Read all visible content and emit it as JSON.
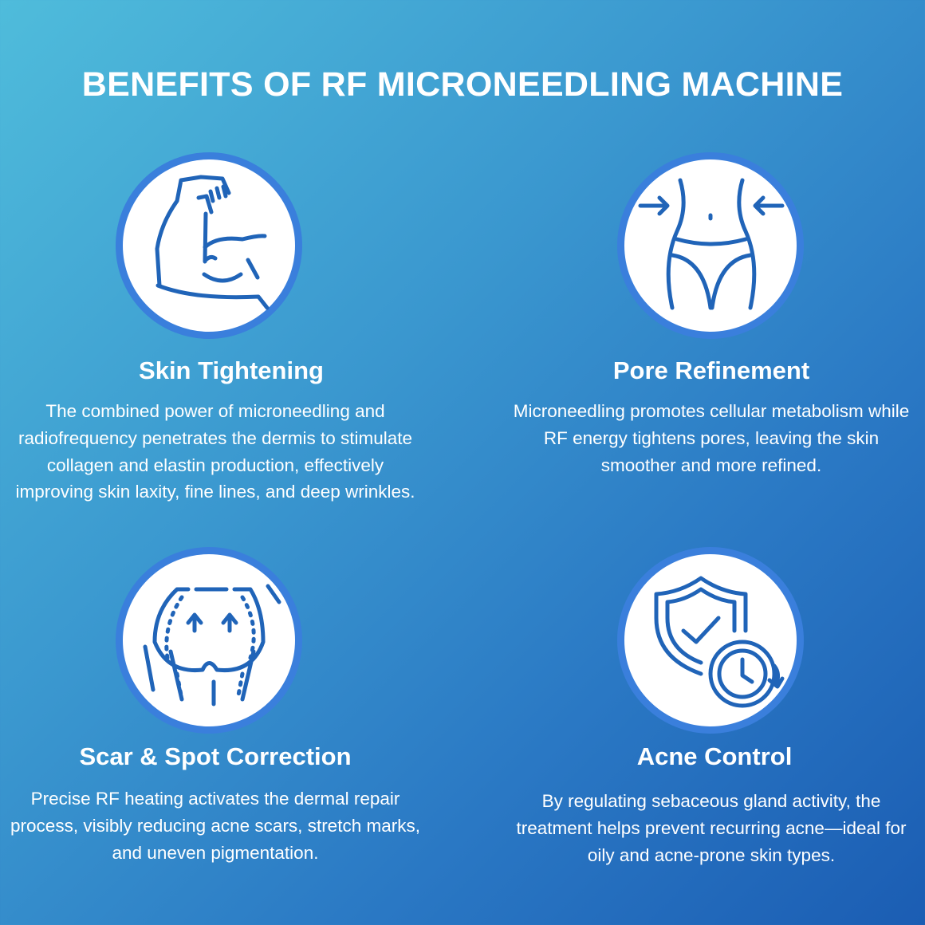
{
  "title": "BENEFITS OF RF MICRONEEDLING MACHINE",
  "benefits": [
    {
      "icon": "flexed-bicep-icon",
      "heading": "Skin Tightening",
      "text": "The combined power of microneedling and radiofrequency penetrates the dermis to stimulate collagen and elastin production, effectively improving skin laxity, fine lines, and deep wrinkles."
    },
    {
      "icon": "waist-slimming-icon",
      "heading": "Pore Refinement",
      "text": "Microneedling promotes cellular metabolism while RF energy tightens pores, leaving the skin smoother and more refined."
    },
    {
      "icon": "body-lift-icon",
      "heading": "Scar & Spot Correction",
      "text": "Precise RF heating activates the dermal repair process, visibly reducing acne scars, stretch marks, and uneven pigmentation."
    },
    {
      "icon": "shield-clock-icon",
      "heading": "Acne Control",
      "text": "By regulating sebaceous gland activity, the treatment helps prevent recurring acne—ideal for oily and acne-prone skin types."
    }
  ],
  "colors": {
    "ring": "#3a7fdc",
    "icon_stroke": "#2064b8"
  }
}
